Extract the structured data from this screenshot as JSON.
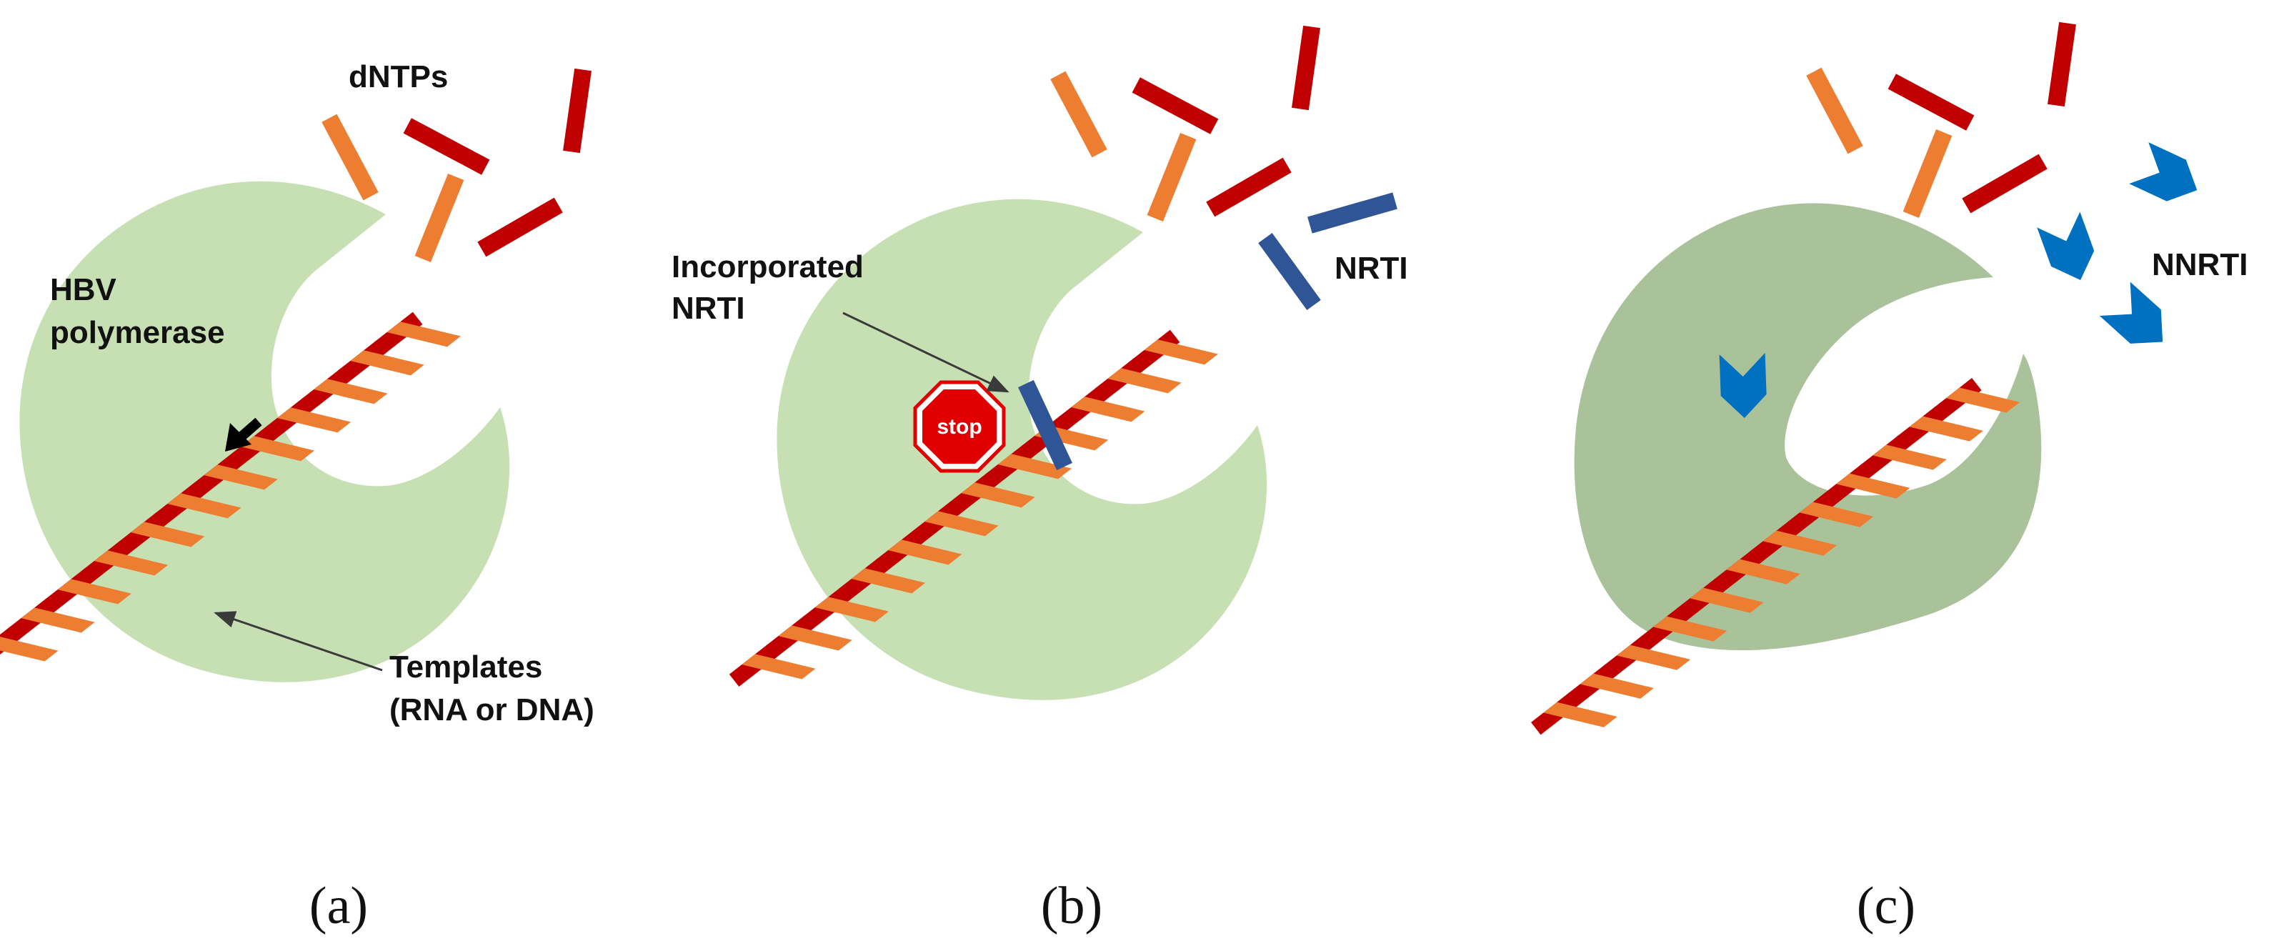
{
  "panels": [
    {
      "caption": "(a)",
      "labels": {
        "dntps": "dNTPs",
        "polymerase_line1": "HBV",
        "polymerase_line2": "polymerase",
        "templates_line1": "Templates",
        "templates_line2": "(RNA or DNA)"
      }
    },
    {
      "caption": "(b)",
      "labels": {
        "incorporated_line1": "Incorporated",
        "incorporated_line2": "NRTI",
        "nrti": "NRTI",
        "stop_sign": "stop"
      }
    },
    {
      "caption": "(c)",
      "labels": {
        "nnrti": "NNRTI"
      }
    }
  ],
  "colors": {
    "polymerase_light": "#c6e0b4",
    "polymerase_dark": "#a9c29a",
    "strand_red": "#c00000",
    "strand_orange": "#ed7d31",
    "nrti_blue": "#2f5597",
    "nnrti_blue": "#0070c0",
    "stop_red": "#e00000"
  },
  "icons": [
    "stop-sign-icon",
    "arrow-icon",
    "chevron-icon"
  ]
}
